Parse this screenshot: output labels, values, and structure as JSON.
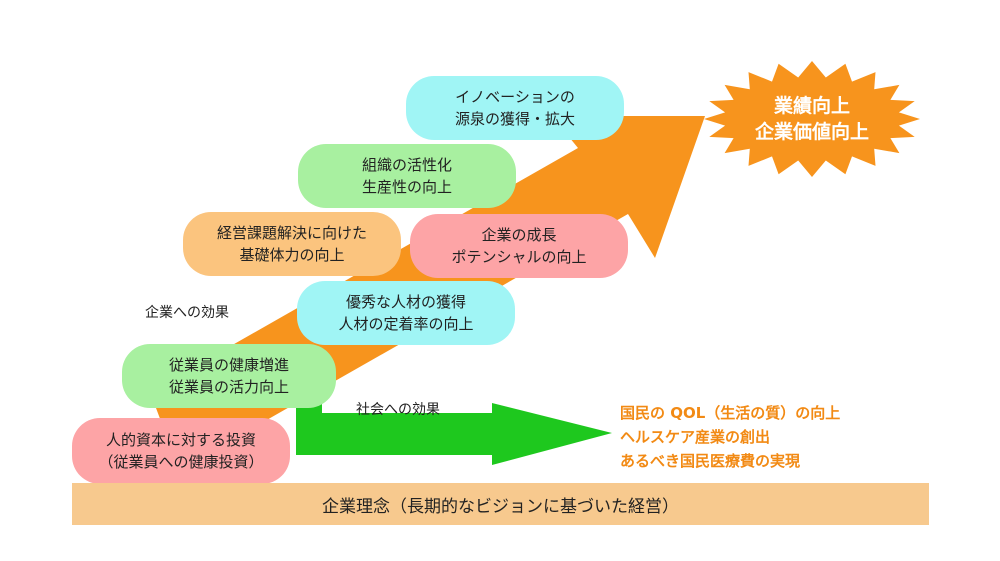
{
  "colors": {
    "orange_arrow": "#f7941d",
    "green_arrow": "#1ec81e",
    "pink": "#fda4a6",
    "light_green": "#a8f0a0",
    "cyan": "#a0f5f5",
    "peach": "#fbc47e",
    "base_bar": "#f7c98e",
    "social_text": "#f28a14"
  },
  "goal": {
    "line1": "業績向上",
    "line2": "企業価値向上"
  },
  "steps": {
    "investment": {
      "line1": "人的資本に対する投資",
      "line2": "（従業員への健康投資）"
    },
    "health": {
      "line1": "従業員の健康増進",
      "line2": "従業員の活力向上"
    },
    "talent": {
      "line1": "優秀な人材の獲得",
      "line2": "人材の定着率の向上"
    },
    "growth": {
      "line1": "企業の成長",
      "line2": "ポテンシャルの向上"
    },
    "foundation": {
      "line1": "経営課題解決に向けた",
      "line2": "基礎体力の向上"
    },
    "organization": {
      "line1": "組織の活性化",
      "line2": "生産性の向上"
    },
    "innovation": {
      "line1": "イノベーションの",
      "line2": "源泉の獲得・拡大"
    }
  },
  "labels": {
    "company_effect": "企業への効果",
    "society_effect": "社会への効果"
  },
  "social_outcomes": [
    "国民の QOL（生活の質）の向上",
    "ヘルスケア産業の創出",
    "あるべき国民医療費の実現"
  ],
  "base": "企業理念（長期的なビジョンに基づいた経営）"
}
